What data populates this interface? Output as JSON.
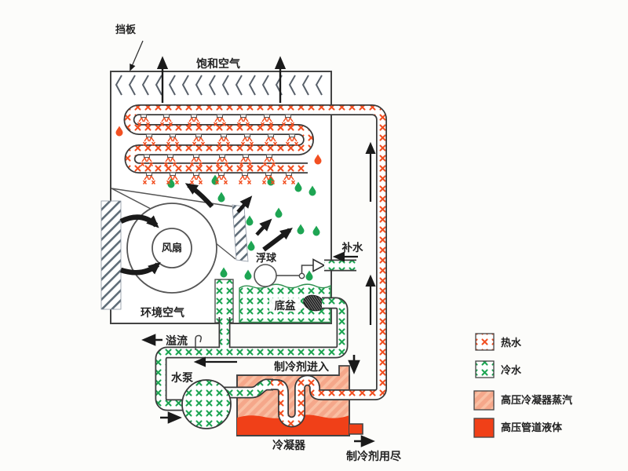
{
  "labels": {
    "baffle": "挡板",
    "saturated_air": "饱和空气",
    "fan": "风扇",
    "ambient_air": "环境空气",
    "float_ball": "浮球",
    "makeup_water": "补水",
    "basin": "底盆",
    "overflow": "溢流",
    "water_pump": "水泵",
    "refrigerant_in": "制冷剂进入",
    "condenser": "冷凝器",
    "refrigerant_out": "制冷剂用尽"
  },
  "legend": [
    {
      "label": "热水",
      "swatch": "hot-water-x-pattern"
    },
    {
      "label": "冷水",
      "swatch": "cold-water-x-pattern"
    },
    {
      "label": "高压冷凝器蒸汽",
      "swatch": "high-pressure-vapor"
    },
    {
      "label": "高压管道液体",
      "swatch": "high-pressure-liquid"
    }
  ],
  "colors": {
    "hot_water": "#f25022",
    "cold_water": "#1ea553",
    "vapor": "#f5a78a",
    "liquid": "#f04018"
  }
}
